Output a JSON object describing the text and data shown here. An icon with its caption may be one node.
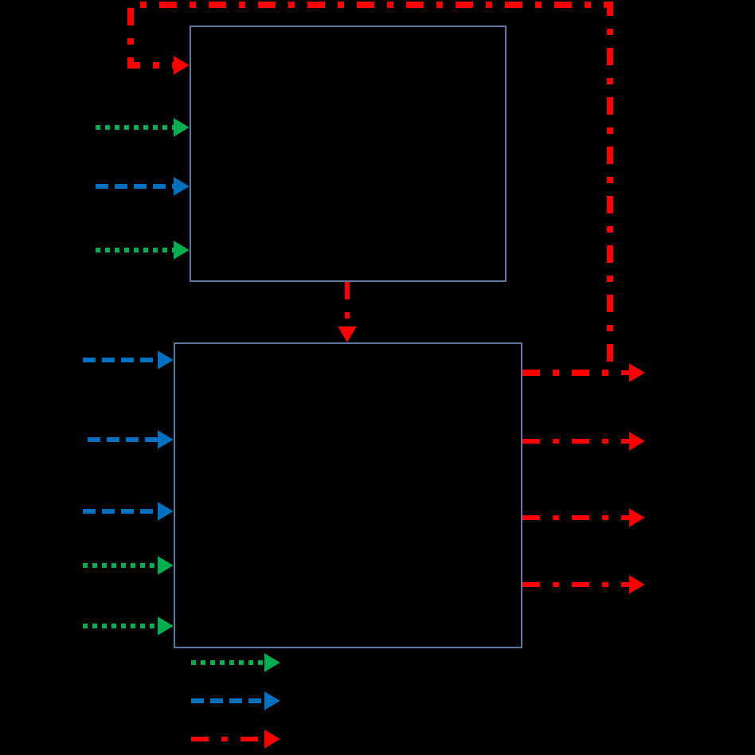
{
  "diagram": {
    "nodes": [
      {
        "text": [],
        "shape": "box"
      },
      {
        "text": [],
        "shape": "box"
      }
    ],
    "edges": [
      {
        "from": 1,
        "to": 0,
        "arrow": "to",
        "style": "dashed"
      },
      {
        "from": null,
        "to": 0,
        "arrow": "to",
        "style": "dashed",
        "color": "#00b050"
      },
      {
        "from": null,
        "to": 0,
        "arrow": "to",
        "style": "dashed",
        "color": "#0070c0"
      },
      {
        "from": null,
        "to": 0,
        "arrow": "to",
        "style": "dashed",
        "color": "#00b050"
      },
      {
        "from": 0,
        "to": 1,
        "arrow": "to",
        "style": "dashed"
      },
      {
        "from": null,
        "to": 1,
        "arrow": "to",
        "style": "dashed",
        "color": "#0070c0"
      },
      {
        "from": null,
        "to": 1,
        "arrow": "to",
        "style": "dashed",
        "color": "#0070c0"
      },
      {
        "from": null,
        "to": 1,
        "arrow": "to",
        "style": "dashed",
        "color": "#0070c0"
      },
      {
        "from": null,
        "to": 1,
        "arrow": "to",
        "style": "dashed",
        "color": "#00b050"
      },
      {
        "from": null,
        "to": 1,
        "arrow": "to",
        "style": "dashed",
        "color": "#00b050"
      },
      {
        "from": 1,
        "to": null,
        "arrow": "to",
        "style": "dashed"
      },
      {
        "from": 1,
        "to": null,
        "arrow": "to",
        "style": "dashed"
      },
      {
        "from": 1,
        "to": null,
        "arrow": "to",
        "style": "dashed"
      },
      {
        "from": 1,
        "to": null,
        "arrow": "to",
        "style": "dashed"
      }
    ]
  }
}
